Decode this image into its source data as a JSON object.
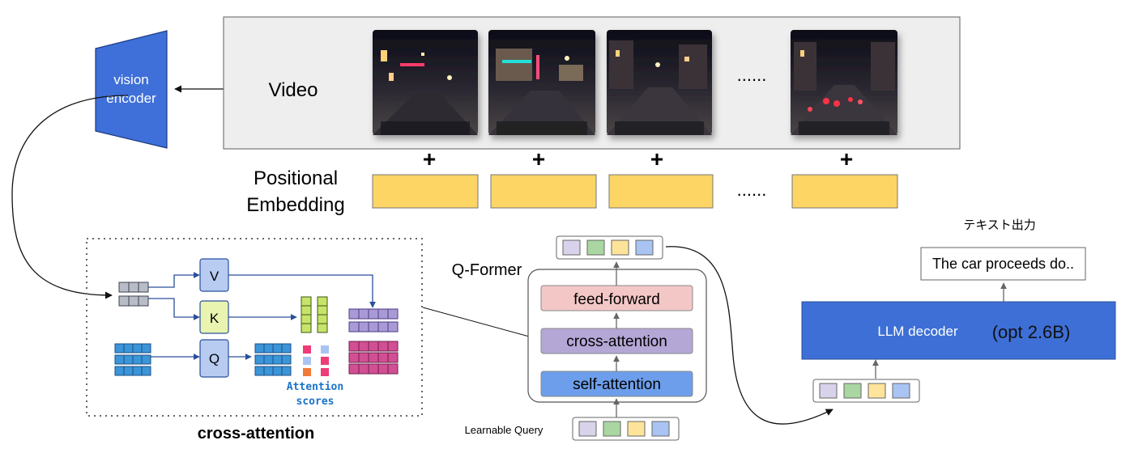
{
  "vision_encoder": {
    "line1": "vision",
    "line2": "encoder"
  },
  "video": {
    "label": "Video",
    "ellipsis": "......",
    "frame_icons": [
      "night-street-frame-icon",
      "night-street-frame-icon",
      "night-street-frame-icon",
      "night-street-frame-icon"
    ]
  },
  "positional": {
    "line1": "Positional",
    "line2": "Embedding",
    "plus": "+",
    "ellipsis": "......"
  },
  "cross_attention_panel": {
    "v_label": "V",
    "k_label": "K",
    "q_label": "Q",
    "scores_line1": "Attention",
    "scores_line2": "scores",
    "caption": "cross-attention"
  },
  "qformer": {
    "title": "Q-Former",
    "feed_forward": "feed-forward",
    "cross_attention": "cross-attention",
    "self_attention": "self-attention",
    "learnable_query": "Learnable Query"
  },
  "llm": {
    "decoder_label": "LLM decoder",
    "model_label": "(opt 2.6B)",
    "output_title": "テキスト出力",
    "output_text": "The car proceeds do.."
  },
  "colors": {
    "encoder_blue": "#3f6fd8",
    "llm_blue": "#3d6fd6",
    "embedding_yellow": "#fdd564",
    "token_purple": "#d8d2ea",
    "token_green": "#a9d6a1",
    "token_yellow": "#fde49a",
    "token_blue": "#a9c4f3",
    "feed_forward_pink": "#f4c7c7",
    "cross_attention_purple": "#b4a7d6",
    "self_attention_blue": "#6d9eeb",
    "attention_blue_text": "#1a73c8"
  }
}
